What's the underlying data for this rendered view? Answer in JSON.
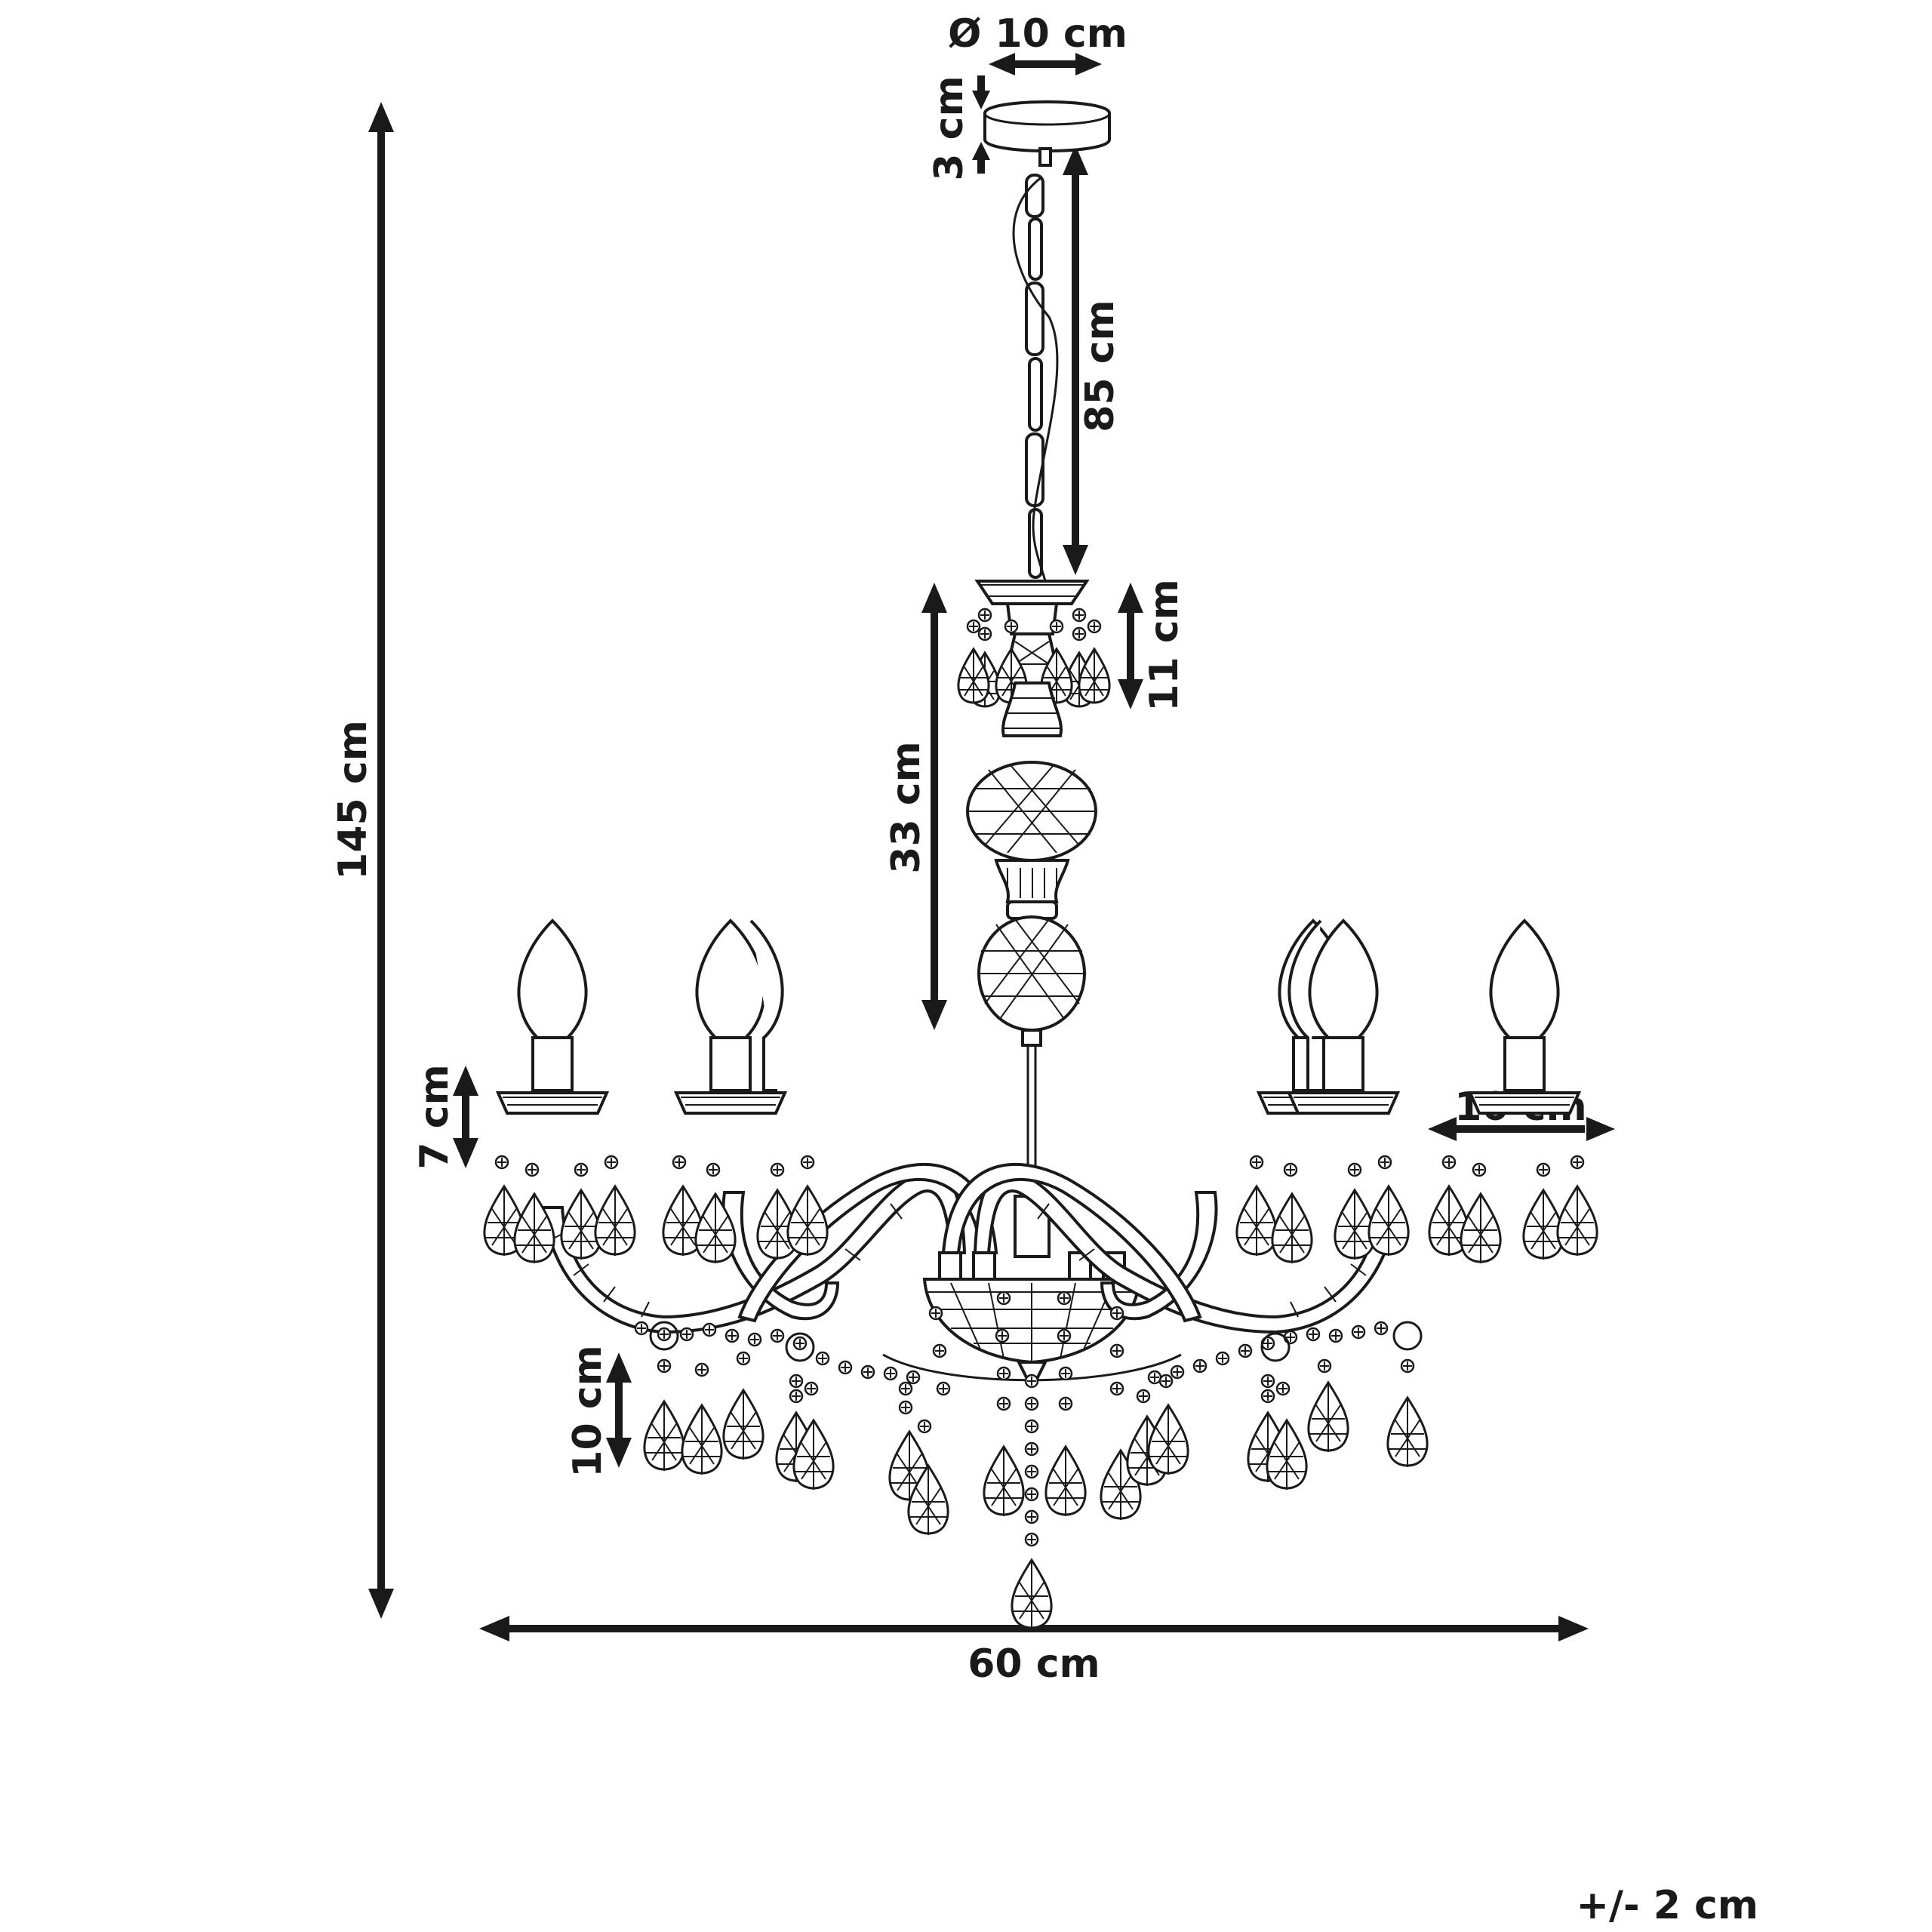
{
  "dimensions": {
    "canopy_diameter": "Ø 10 cm",
    "canopy_height": "3 cm",
    "chain_length": "85 cm",
    "top_crown_height": "11 cm",
    "stem_height": "33 cm",
    "total_height": "145 cm",
    "candle_height": "7 cm",
    "cup_width": "10 cm",
    "pendant_height": "10 cm",
    "total_width": "60 cm"
  },
  "tolerance": "+/- 2 cm",
  "colors": {
    "line": "#1a1a1a",
    "background": "#ffffff"
  }
}
